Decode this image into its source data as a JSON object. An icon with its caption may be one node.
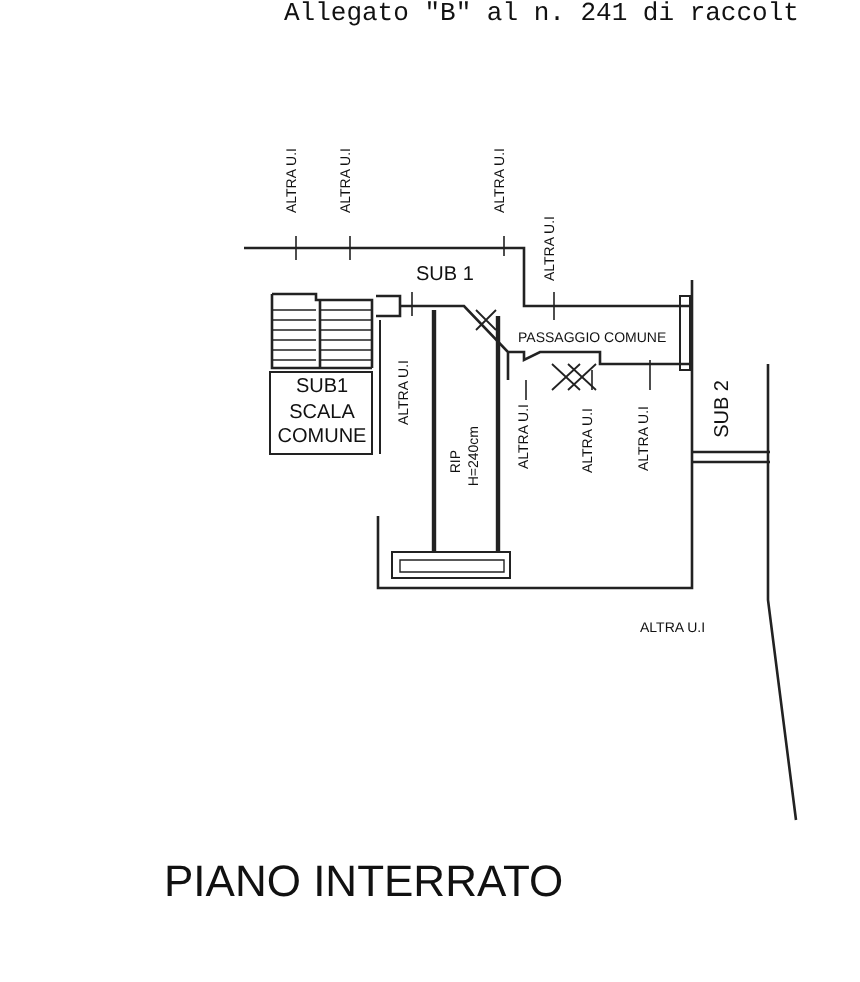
{
  "diagram": {
    "title": "PIANO INTERRATO",
    "labels": [
      "Allegato \"B\" al n. 241 di raccolt",
      "ALTRA U.I",
      "ALTRA U.I",
      "ALTRA U.I",
      "ALTRA U.I",
      "SUB 1",
      "PASSAGGIO COMUNE",
      "SUB1 SCALA COMUNE",
      "ALTRA U.I",
      "RIP",
      "H=240cm",
      "ALTRA U.I",
      "ALTRA U.I",
      "ALTRA U.I",
      "SUB 2",
      "ALTRA U.I"
    ]
  }
}
